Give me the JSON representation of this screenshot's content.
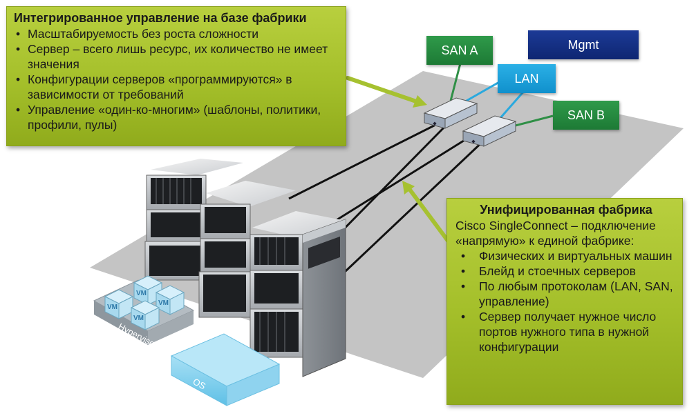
{
  "fabric_management": {
    "title": "Интегрированное управление на базе фабрики",
    "bullets": [
      "Масштабируемость без роста сложности",
      "Сервер – всего лишь ресурс, их количество не имеет значения",
      "Конфигурации серверов «программируются» в зависимости от требований",
      "Управление «один-ко-многим» (шаблоны, политики, профили, пулы)"
    ]
  },
  "unified_fabric": {
    "title": "Унифицированная фабрика",
    "intro": "Cisco SingleConnect – подключение «напрямую» к единой фабрике:",
    "bullets": [
      "Физических и виртуальных машин",
      "Блейд и стоечных серверов",
      "По любым протоколам (LAN, SAN, управление)",
      "Сервер получает нужное число портов нужного типа в нужной конфигурации"
    ]
  },
  "network": {
    "san_a": "SAN A",
    "lan": "LAN",
    "san_b": "SAN B",
    "mgmt": "Mgmt"
  },
  "virtualization": {
    "vm": "VM",
    "hypervisor": "Hypervisor",
    "os": "OS"
  },
  "colors": {
    "callout": "#a9c232",
    "san": "#238a3e",
    "lan": "#1ea3dc",
    "mgmt": "#14307f",
    "platform": "#c4c4c4",
    "vm_platform": "#aeb5bb",
    "os_box": "#7fcfee"
  }
}
